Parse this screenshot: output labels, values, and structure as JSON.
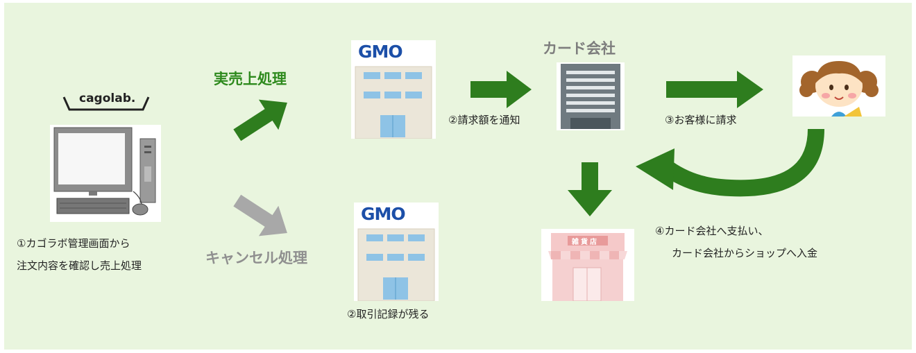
{
  "title": "カード会社",
  "labels": {
    "actual_sales": "実売上処理",
    "cancel": "キャンセル処理",
    "step1_line1": "①カゴラボ管理画面から",
    "step1_line2": "注文内容を確認し売上処理",
    "step2_notify": "②請求額を通知",
    "step2_record": "②取引記録が残る",
    "step3": "③お客様に請求",
    "step4_line1": "④カード会社へ支払い、",
    "step4_line2": "カード会社からショップへ入金"
  },
  "logos": {
    "cagolab": "cagolab.",
    "gmo": "GMO",
    "shop_sign": "雑貨店"
  },
  "colors": {
    "background": "#e9f5de",
    "arrow_green": "#2e7d1e",
    "arrow_gray": "#a8a8a8",
    "label_green": "#2e8a1d",
    "gmo_blue": "#1c4fa8"
  },
  "icons": [
    "computer-icon",
    "gmo-building-icon",
    "card-company-building-icon",
    "customer-girl-icon",
    "shop-icon"
  ]
}
